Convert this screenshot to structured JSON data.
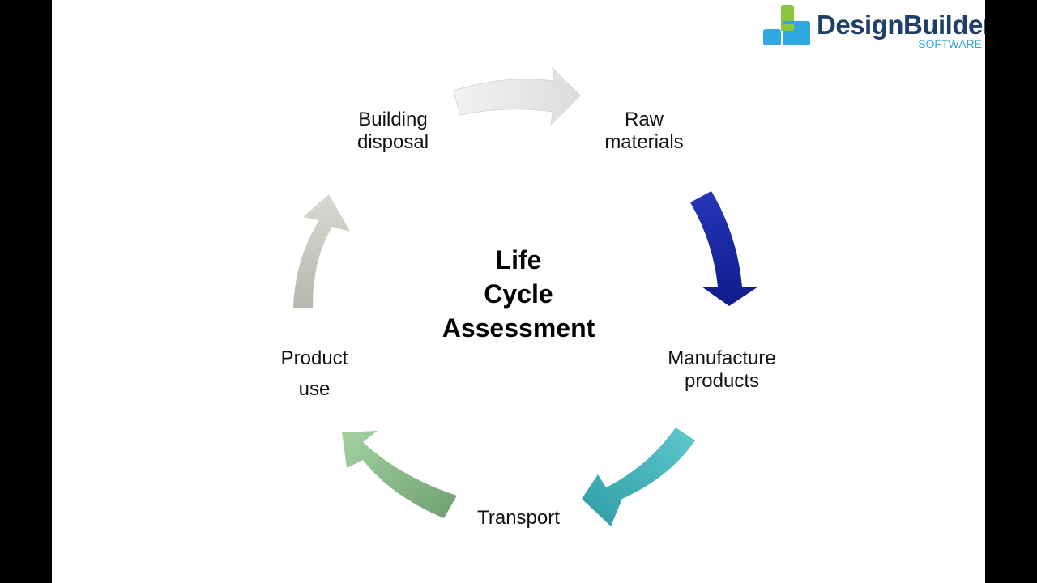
{
  "logo": {
    "name": "DesignBuilder",
    "subtitle": "SOFTWARE"
  },
  "title_lines": [
    "Life",
    "Cycle",
    "Assessment"
  ],
  "stages": [
    {
      "lines": [
        "Raw",
        "materials"
      ]
    },
    {
      "lines": [
        "Manufacture",
        "products"
      ]
    },
    {
      "lines": [
        "Transport"
      ]
    },
    {
      "lines": [
        "Product",
        "use"
      ]
    },
    {
      "lines": [
        "Building",
        "disposal"
      ]
    }
  ],
  "colors": {
    "arrow_raw_to_manufacture": "#1c2aa6",
    "arrow_manufacture_to_transport": "#3fb2b8",
    "arrow_transport_to_use": "#8fbf8f",
    "arrow_use_to_disposal": "#c8c8c2",
    "arrow_disposal_to_raw": "#e3e3e3",
    "logo_blue": "#2fa7e0",
    "logo_green": "#8cc63f",
    "logo_text": "#1f3f66"
  }
}
